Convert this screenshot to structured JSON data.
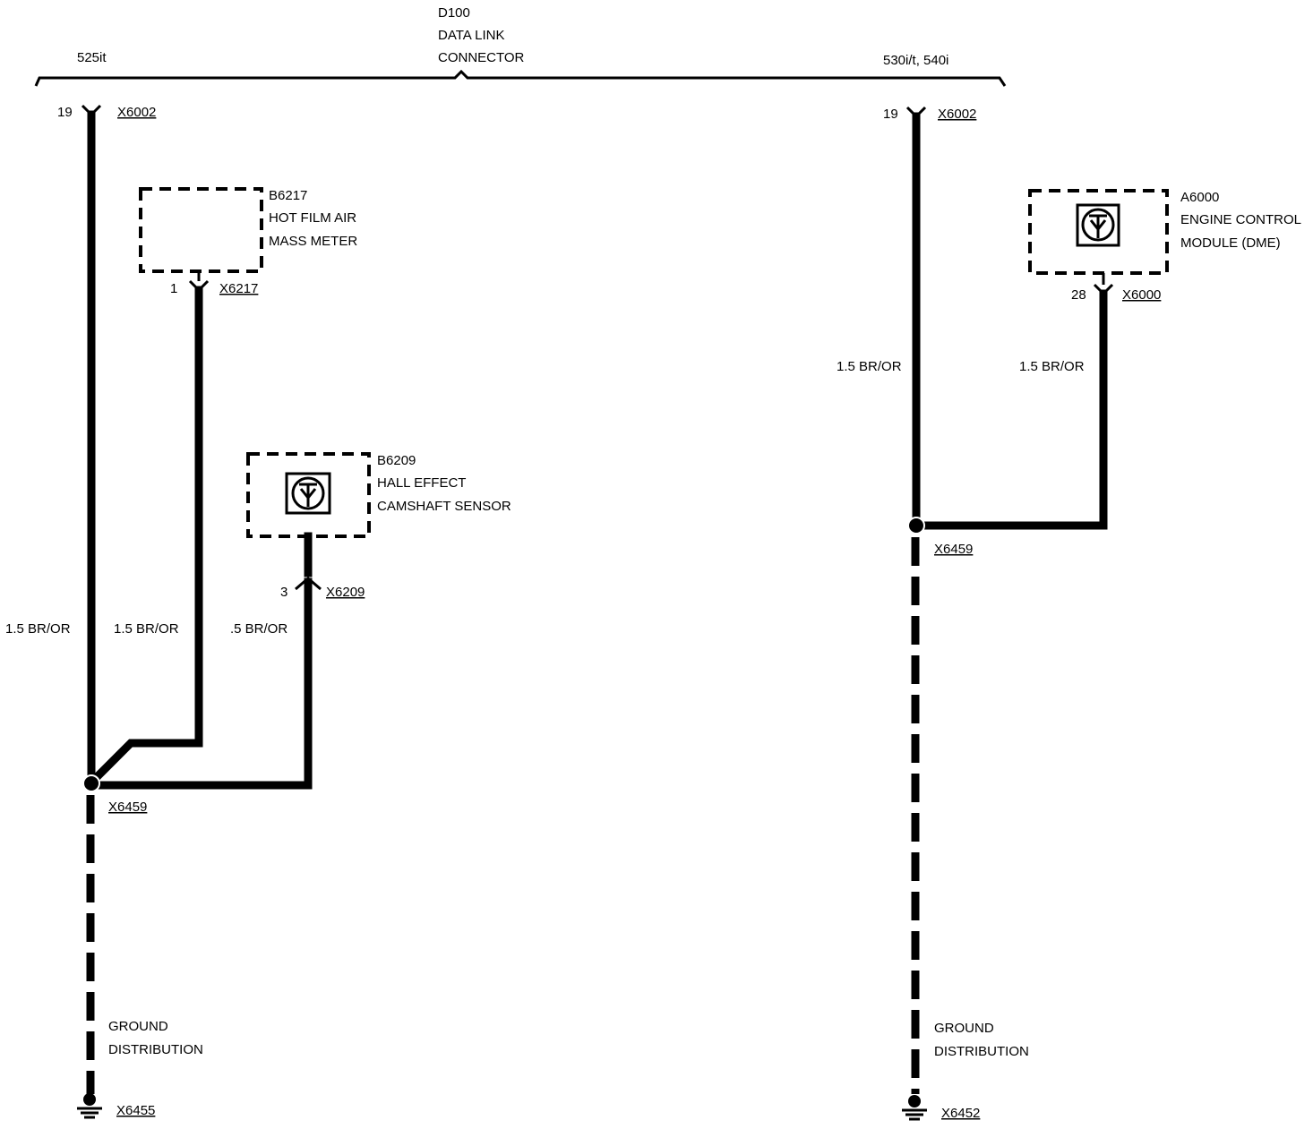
{
  "header": {
    "d100_id": "D100",
    "d100_line1": "DATA LINK",
    "d100_line2": "CONNECTOR",
    "left_variant": "525it",
    "right_variant": "530i/t, 540i"
  },
  "left": {
    "top_pin": "19",
    "top_connector": "X6002",
    "maf": {
      "id": "B6217",
      "line1": "HOT FILM AIR",
      "line2": "MASS METER",
      "pin": "1",
      "connector": "X6217"
    },
    "cam": {
      "id": "B6209",
      "line1": "HALL EFFECT",
      "line2": "CAMSHAFT SENSOR",
      "pin": "3",
      "connector": "X6209"
    },
    "wire_main": "1.5 BR/OR",
    "wire_maf": "1.5 BR/OR",
    "wire_cam": ".5 BR/OR",
    "splice": "X6459",
    "ground_line1": "GROUND",
    "ground_line2": "DISTRIBUTION",
    "ground": "X6455"
  },
  "right": {
    "top_pin": "19",
    "top_connector": "X6002",
    "ecm": {
      "id": "A6000",
      "line1": "ENGINE CONTROL",
      "line2": "MODULE (DME)",
      "pin": "28",
      "connector": "X6000"
    },
    "wire_main": "1.5 BR/OR",
    "wire_ecm": "1.5 BR/OR",
    "splice": "X6459",
    "ground_line1": "GROUND",
    "ground_line2": "DISTRIBUTION",
    "ground": "X6452"
  }
}
